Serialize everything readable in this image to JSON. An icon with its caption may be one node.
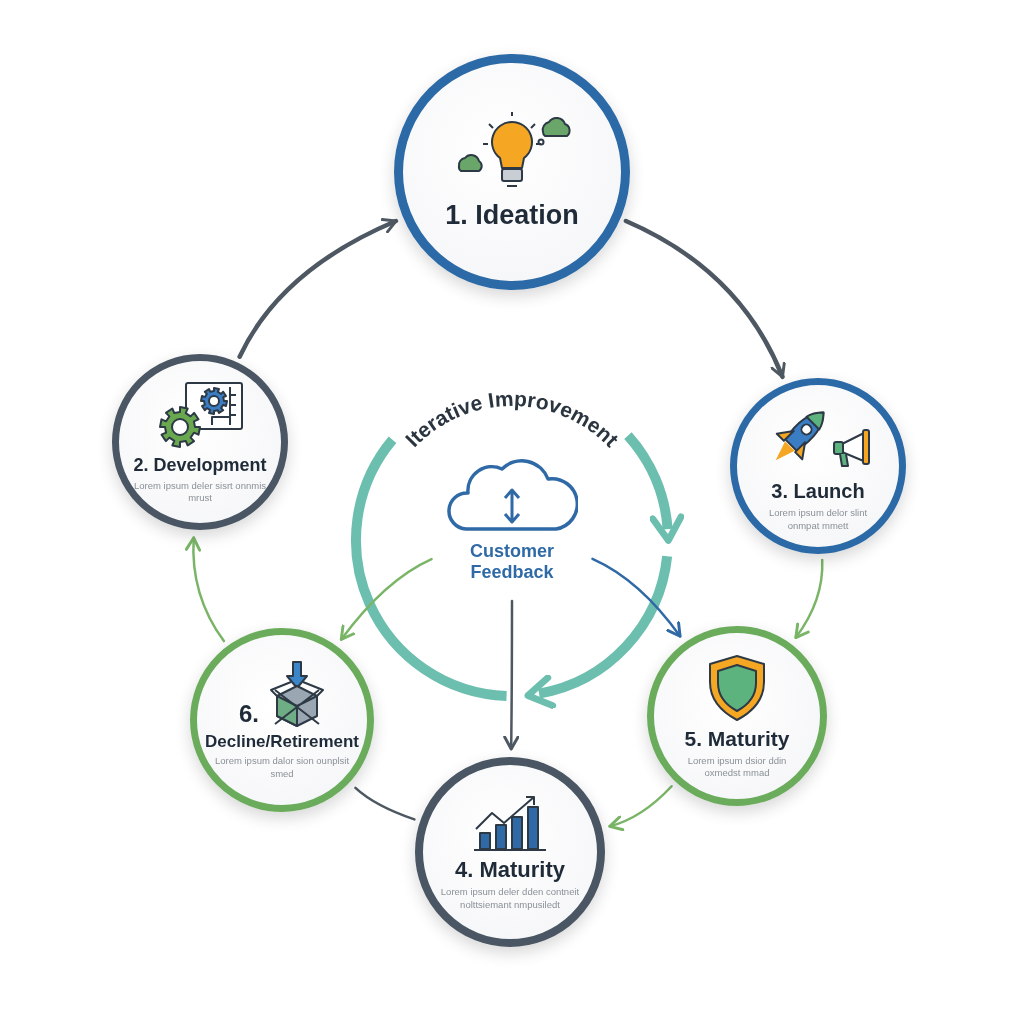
{
  "diagram": {
    "nodes": [
      {
        "text": [
          "1. Ideation"
        ]
      },
      {
        "text": [
          "2. Development",
          "Lorem ipsum deler sisrt onnmis mrust"
        ]
      },
      {
        "text": [
          "3. Launch",
          "Lorem ipsum delor slint onmpat mmett"
        ]
      },
      {
        "text": [
          "5. Maturity",
          "Lorem ipsum dsior ddin oxmedst mmad"
        ]
      },
      {
        "text": [
          "4. Maturity",
          "Lorem ipsum deler dden contneit nolttsiemant nmpusiledt"
        ]
      },
      {
        "text": [
          "6.",
          "Decline/Retirement",
          "Lorem ipsum dalor sion ounplsit smed"
        ]
      },
      {
        "text": [
          "Customer Feedback"
        ]
      }
    ],
    "edges": [
      {
        "from": 1,
        "to": 0,
        "arrow": "to",
        "style": "thick",
        "color": "#4e5863"
      },
      {
        "from": 0,
        "to": 2,
        "arrow": "to",
        "style": "thick",
        "color": "#4e5863"
      },
      {
        "from": 2,
        "to": 3,
        "arrow": "to",
        "color": "#7ab567"
      },
      {
        "from": 3,
        "to": 4,
        "arrow": "to",
        "color": "#7ab567"
      },
      {
        "from": 4,
        "to": 5,
        "arrow": "none",
        "color": "#4e5863"
      },
      {
        "from": 5,
        "to": 1,
        "arrow": "to",
        "color": "#7ab567"
      },
      {
        "from": 6,
        "to": 5,
        "arrow": "to",
        "color": "#7ab567"
      },
      {
        "from": 6,
        "to": 3,
        "arrow": "to",
        "color": "#2f6aa6"
      },
      {
        "from": 6,
        "to": 4,
        "arrow": "to",
        "color": "#4e5863"
      }
    ],
    "labels": [
      "Iterative Improvement"
    ]
  }
}
